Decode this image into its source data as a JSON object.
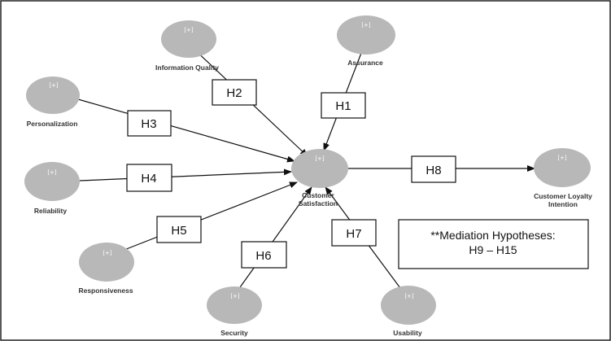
{
  "diagram": {
    "expand_marker": "[+]",
    "colors": {
      "node_fill": "#b8b8b8",
      "edge": "#111111",
      "frame": "#222222",
      "box_fill": "#ffffff"
    },
    "constructs": {
      "information_quality": "Information Quality",
      "assurance": "Assurance",
      "personalization": "Personalization",
      "reliability": "Reliability",
      "responsiveness": "Responsiveness",
      "security": "Security",
      "usability": "Usability",
      "customer_satisfaction": [
        "Customer",
        "Satisfaction"
      ],
      "customer_loyalty_intention": [
        "Customer Loyalty",
        "Intention"
      ]
    },
    "hypotheses": {
      "h1": "H1",
      "h2": "H2",
      "h3": "H3",
      "h4": "H4",
      "h5": "H5",
      "h6": "H6",
      "h7": "H7",
      "h8": "H8"
    },
    "note": [
      "**Mediation Hypotheses:",
      "H9 – H15"
    ]
  }
}
